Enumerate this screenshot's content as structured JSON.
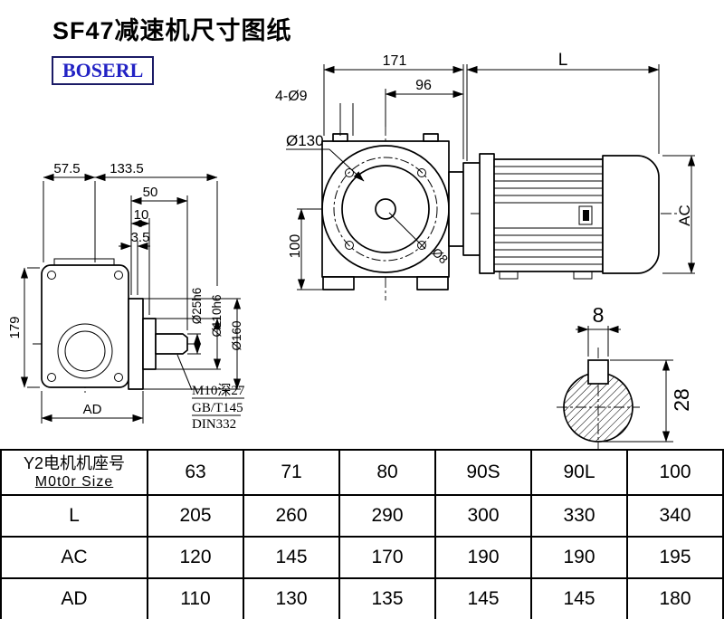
{
  "title": "SF47减速机尺寸图纸",
  "logo": "BOSERL",
  "colors": {
    "logo_text": "#2222c4",
    "logo_border": "#1b1b66",
    "line": "#000000",
    "background": "#ffffff"
  },
  "drawing": {
    "side_view": {
      "d57_5": "57.5",
      "d133_5": "133.5",
      "d50": "50",
      "d10": "10",
      "d3_5": "3.5",
      "d179": "179",
      "dAD": "AD",
      "d25": "Ø25h6",
      "d110": "Ø110h6",
      "d160": "Ø160",
      "thread": "M10深27",
      "std_gb": "GB/T145",
      "std_din": "DIN332"
    },
    "front_view": {
      "d171": "171",
      "d96": "96",
      "holes": "4-Ø9",
      "bolt_circle": "Ø130",
      "d100": "100",
      "d8": "Ø8"
    },
    "motor_view": {
      "dL": "L",
      "dAC": "AC"
    },
    "shaft_section": {
      "key_width": "8",
      "total_height": "28"
    }
  },
  "table": {
    "motor_label_cn": "Y2电机机座号",
    "motor_label_en": "M0t0r Size",
    "columns": [
      "63",
      "71",
      "80",
      "90S",
      "90L",
      "100"
    ],
    "rows": [
      {
        "label": "L",
        "values": [
          "205",
          "260",
          "290",
          "300",
          "330",
          "340"
        ]
      },
      {
        "label": "AC",
        "values": [
          "120",
          "145",
          "170",
          "190",
          "190",
          "195"
        ]
      },
      {
        "label": "AD",
        "values": [
          "110",
          "130",
          "135",
          "145",
          "145",
          "180"
        ]
      }
    ]
  }
}
